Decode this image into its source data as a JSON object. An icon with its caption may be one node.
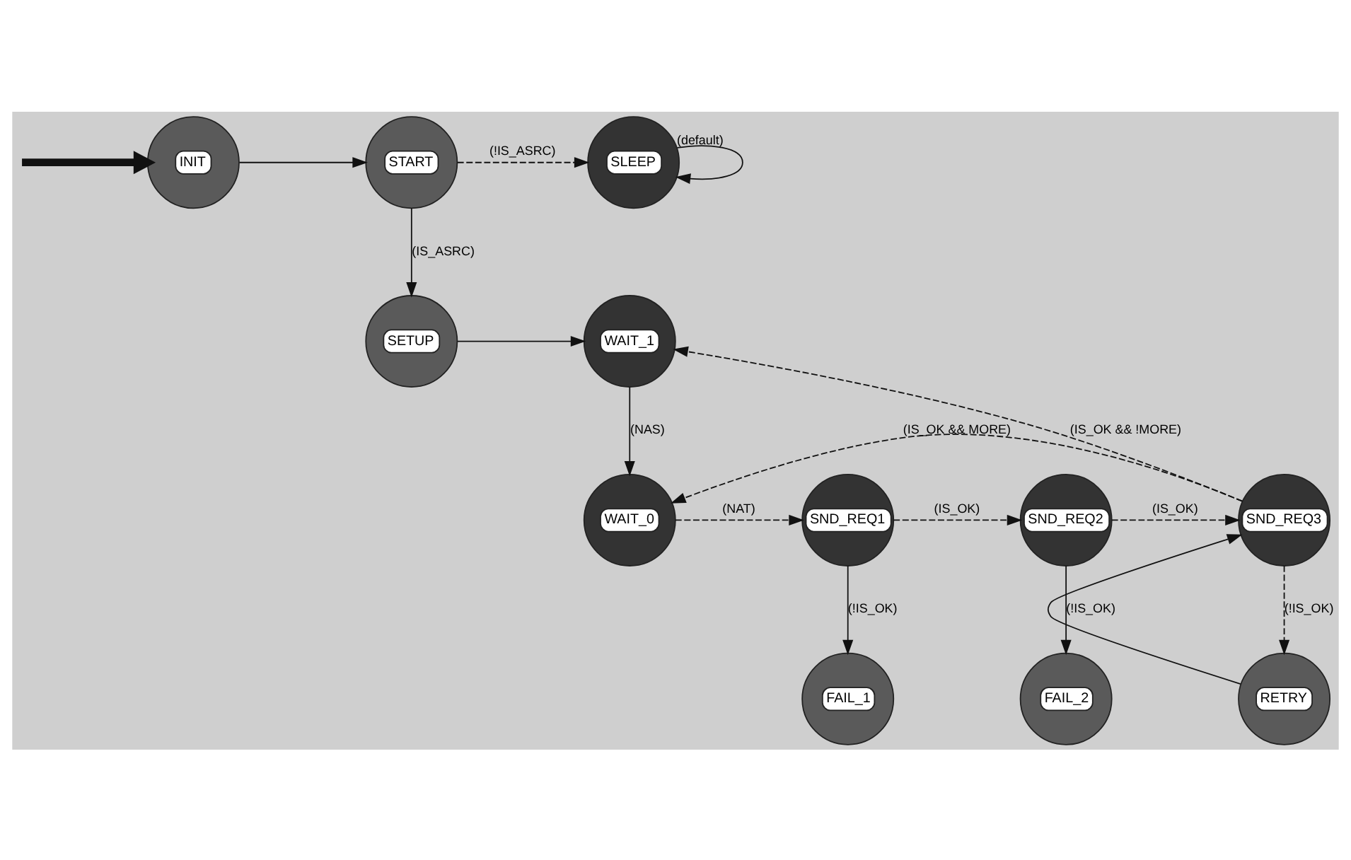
{
  "diagram": {
    "nodes": [
      {
        "text": [
          "INIT"
        ]
      },
      {
        "text": [
          "START"
        ]
      },
      {
        "text": [
          "SLEEP"
        ]
      },
      {
        "text": [
          "SETUP"
        ]
      },
      {
        "text": [
          "WAIT_1"
        ]
      },
      {
        "text": [
          "WAIT_0"
        ]
      },
      {
        "text": [
          "SND_REQ1"
        ]
      },
      {
        "text": [
          "SND_REQ2"
        ]
      },
      {
        "text": [
          "SND_REQ3"
        ]
      },
      {
        "text": [
          "FAIL_1"
        ]
      },
      {
        "text": [
          "FAIL_2"
        ]
      },
      {
        "text": [
          "RETRY"
        ]
      }
    ],
    "edges": [
      {
        "from": null,
        "to": 0,
        "arrow": "to",
        "style": "thick"
      },
      {
        "from": 0,
        "to": 1,
        "arrow": "to"
      },
      {
        "from": 1,
        "to": 2,
        "arrow": "to",
        "label": "(!IS_ASRC)",
        "style": "dashed"
      },
      {
        "from": 2,
        "to": 2,
        "arrow": "to",
        "label": "(default)"
      },
      {
        "from": 1,
        "to": 3,
        "arrow": "to",
        "label": "(IS_ASRC)"
      },
      {
        "from": 3,
        "to": 4,
        "arrow": "to"
      },
      {
        "from": 4,
        "to": 5,
        "arrow": "to",
        "label": "(NAS)"
      },
      {
        "from": 5,
        "to": 6,
        "arrow": "to",
        "label": "(NAT)",
        "style": "dashed"
      },
      {
        "from": 6,
        "to": 7,
        "arrow": "to",
        "label": "(IS_OK)",
        "style": "dashed"
      },
      {
        "from": 7,
        "to": 8,
        "arrow": "to",
        "label": "(IS_OK)",
        "style": "dashed"
      },
      {
        "from": 8,
        "to": 5,
        "arrow": "to",
        "label": "(IS_OK && MORE)",
        "style": "dashed"
      },
      {
        "from": 8,
        "to": 4,
        "arrow": "to",
        "label": "(IS_OK && !MORE)",
        "style": "dashed"
      },
      {
        "from": 6,
        "to": 9,
        "arrow": "to",
        "label": "(!IS_OK)"
      },
      {
        "from": 7,
        "to": 10,
        "arrow": "to",
        "label": "(!IS_OK)"
      },
      {
        "from": 8,
        "to": 11,
        "arrow": "to",
        "label": "(!IS_OK)",
        "style": "dashed"
      },
      {
        "from": 11,
        "to": 8,
        "arrow": "to"
      }
    ]
  }
}
